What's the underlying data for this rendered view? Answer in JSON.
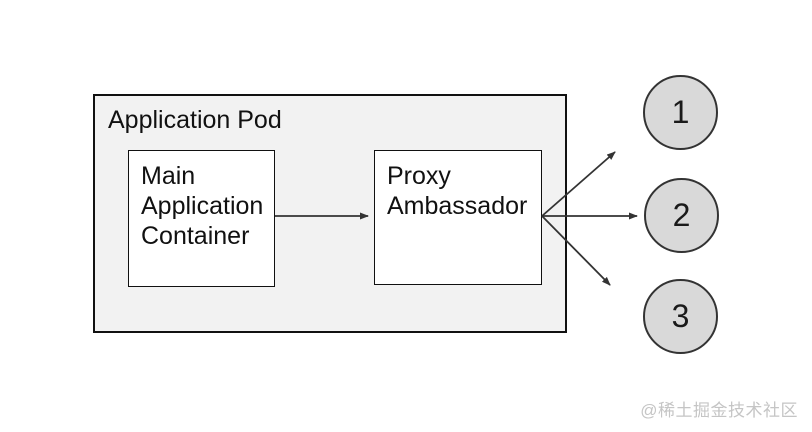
{
  "diagram": {
    "pod": {
      "label": "Application Pod"
    },
    "nodes": {
      "main_container": {
        "lines": [
          "Main",
          "Application",
          "Container"
        ]
      },
      "proxy_ambassador": {
        "lines": [
          "Proxy",
          "Ambassador"
        ]
      }
    },
    "endpoints": [
      {
        "label": "1"
      },
      {
        "label": "2"
      },
      {
        "label": "3"
      }
    ],
    "connections": [
      {
        "from": "main_container",
        "to": "proxy_ambassador"
      },
      {
        "from": "proxy_ambassador",
        "to": "endpoint 1"
      },
      {
        "from": "proxy_ambassador",
        "to": "endpoint 2"
      },
      {
        "from": "proxy_ambassador",
        "to": "endpoint 3"
      }
    ],
    "colors": {
      "pod_fill": "#f2f2f2",
      "node_fill": "#ffffff",
      "node_border": "#111111",
      "endpoint_fill": "#d9d9d9",
      "endpoint_border": "#333333",
      "arrow": "#333333",
      "watermark": "#c5c5c5",
      "background": "#ffffff"
    }
  },
  "watermark": {
    "text": "@稀土掘金技术社区"
  }
}
